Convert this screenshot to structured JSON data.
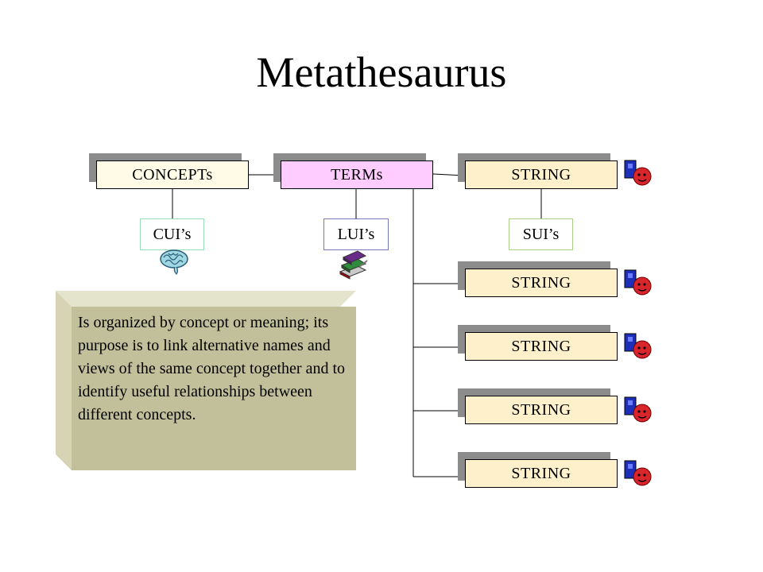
{
  "title": "Metathesaurus",
  "boxes": {
    "concepts": "CONCEPTs",
    "terms": "TERMs",
    "strings": [
      "STRING",
      "STRING",
      "STRING",
      "STRING",
      "STRING"
    ]
  },
  "identifiers": {
    "cui": "CUI’s",
    "lui": "LUI’s",
    "sui": "SUI’s"
  },
  "icons": {
    "cui": "brain-icon",
    "lui": "books-icon",
    "sui": "string-figure-icon"
  },
  "note": "Is organized by concept or meaning; its purpose is to link alternative names and views of the same concept together and to identify useful relationships between different concepts.",
  "colors": {
    "concepts_fill": "#fffbe6",
    "terms_fill": "#ffccff",
    "string_fill": "#fff0cc",
    "shadow": "#8c8c8c",
    "note_fill": "#c2c09a"
  }
}
